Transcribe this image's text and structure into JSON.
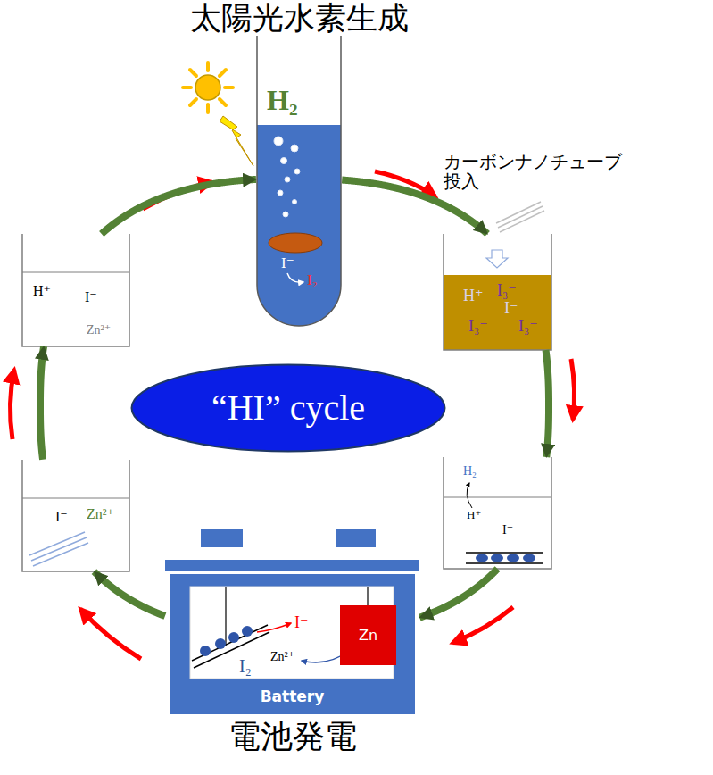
{
  "diagram": {
    "nodes": [
      {
        "text": [
          "太陽光水素生成",
          "H₂",
          "I⁻",
          "I₂"
        ]
      },
      {
        "text": [
          "H⁺",
          "I₃⁻",
          "I⁻",
          "I₃⁻",
          "I₃⁻"
        ]
      },
      {
        "text": [
          "H₂",
          "H⁺",
          "I⁻"
        ]
      },
      {
        "text": [
          "I⁻",
          "I₂",
          "Zn²⁺",
          "Battery",
          "電池発電"
        ]
      },
      {
        "text": [
          "Zn"
        ],
        "in": 3
      },
      {
        "text": [
          "I⁻",
          "Zn²⁺"
        ]
      },
      {
        "text": [
          "H⁺",
          "I⁻",
          "Zn²⁺"
        ]
      },
      {
        "text": [
          "“HI” cycle"
        ]
      }
    ],
    "edges": [
      {
        "from": 0,
        "to": 1,
        "arrow": "to"
      },
      {
        "from": 1,
        "to": 2,
        "arrow": "to"
      },
      {
        "from": 2,
        "to": 3,
        "arrow": "to"
      },
      {
        "from": 3,
        "to": 5,
        "arrow": "to"
      },
      {
        "from": 5,
        "to": 6,
        "arrow": "to"
      },
      {
        "from": 6,
        "to": 0,
        "arrow": "to"
      }
    ],
    "labels": [
      "カーボンナノチューブ 投入"
    ]
  }
}
